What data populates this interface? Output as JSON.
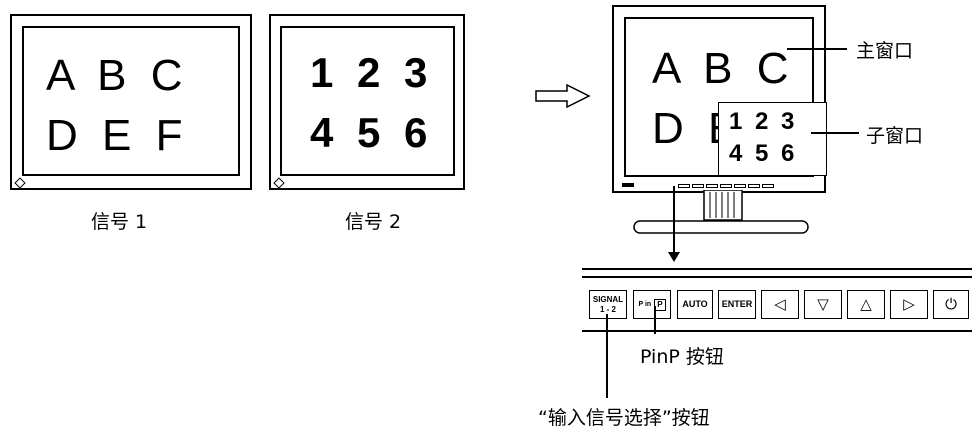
{
  "signal1": {
    "row1": "A B C",
    "row2": "D E F",
    "caption": "信号 1"
  },
  "signal2": {
    "row1": "1 2 3",
    "row2": "4 5 6",
    "caption": "信号 2"
  },
  "combined": {
    "main_row1": "A B C",
    "main_row2": "D E",
    "sub_row1": "1 2 3",
    "sub_row2": "4 5 6"
  },
  "labels": {
    "main_window": "主窗口",
    "sub_window": "子窗口",
    "pinp_button": "PinP 按钮",
    "signal_select_button": "“输入信号选择”按钮"
  },
  "buttons": {
    "signal_top": "SIGNAL",
    "signal_bottom": "1 - 2",
    "pinp_left": "P in",
    "pinp_box": "P",
    "auto": "AUTO",
    "enter": "ENTER",
    "left_icon": "◁",
    "down_icon": "▽",
    "up_icon": "△",
    "right_icon": "▷",
    "power_icon": "⏻"
  },
  "icons": {
    "arrow": "hollow-right-arrow-icon"
  }
}
